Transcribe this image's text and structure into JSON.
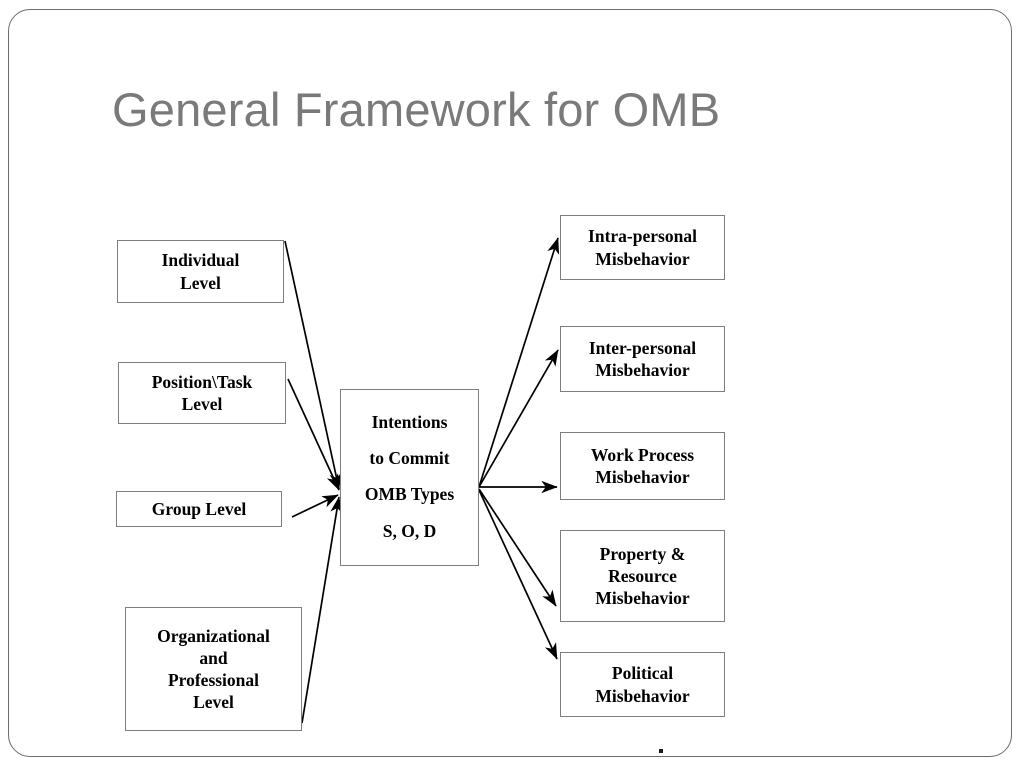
{
  "slide": {
    "title": "General Framework for OMB",
    "title_color": "#7a7a7a",
    "border_color": "#6b6b70",
    "background": "#ffffff",
    "box_border_color": "#7d7d82",
    "arrow_color": "#000000",
    "bottom_dot": "."
  },
  "antecedents": [
    {
      "id": "individual-level",
      "lines": [
        "Individual",
        "Level"
      ]
    },
    {
      "id": "position-task-level",
      "lines": [
        "Position\\Task",
        "Level"
      ]
    },
    {
      "id": "group-level",
      "lines": [
        "Group Level"
      ]
    },
    {
      "id": "organizational-professional-level",
      "lines": [
        "Organizational",
        "and",
        "Professional",
        "Level"
      ]
    }
  ],
  "center": {
    "id": "intentions-to-commit-omb",
    "lines": [
      "Intentions",
      "to Commit",
      "OMB Types",
      "S, O, D"
    ]
  },
  "outcomes": [
    {
      "id": "intra-personal-misbehavior",
      "lines": [
        "Intra-personal",
        "Misbehavior"
      ]
    },
    {
      "id": "inter-personal-misbehavior",
      "lines": [
        "Inter-personal",
        "Misbehavior"
      ]
    },
    {
      "id": "work-process-misbehavior",
      "lines": [
        "Work Process",
        "Misbehavior"
      ]
    },
    {
      "id": "property-resource-misbehavior",
      "lines": [
        "Property &",
        "Resource",
        "Misbehavior"
      ]
    },
    {
      "id": "political-misbehavior",
      "lines": [
        "Political",
        "Misbehavior"
      ]
    }
  ]
}
